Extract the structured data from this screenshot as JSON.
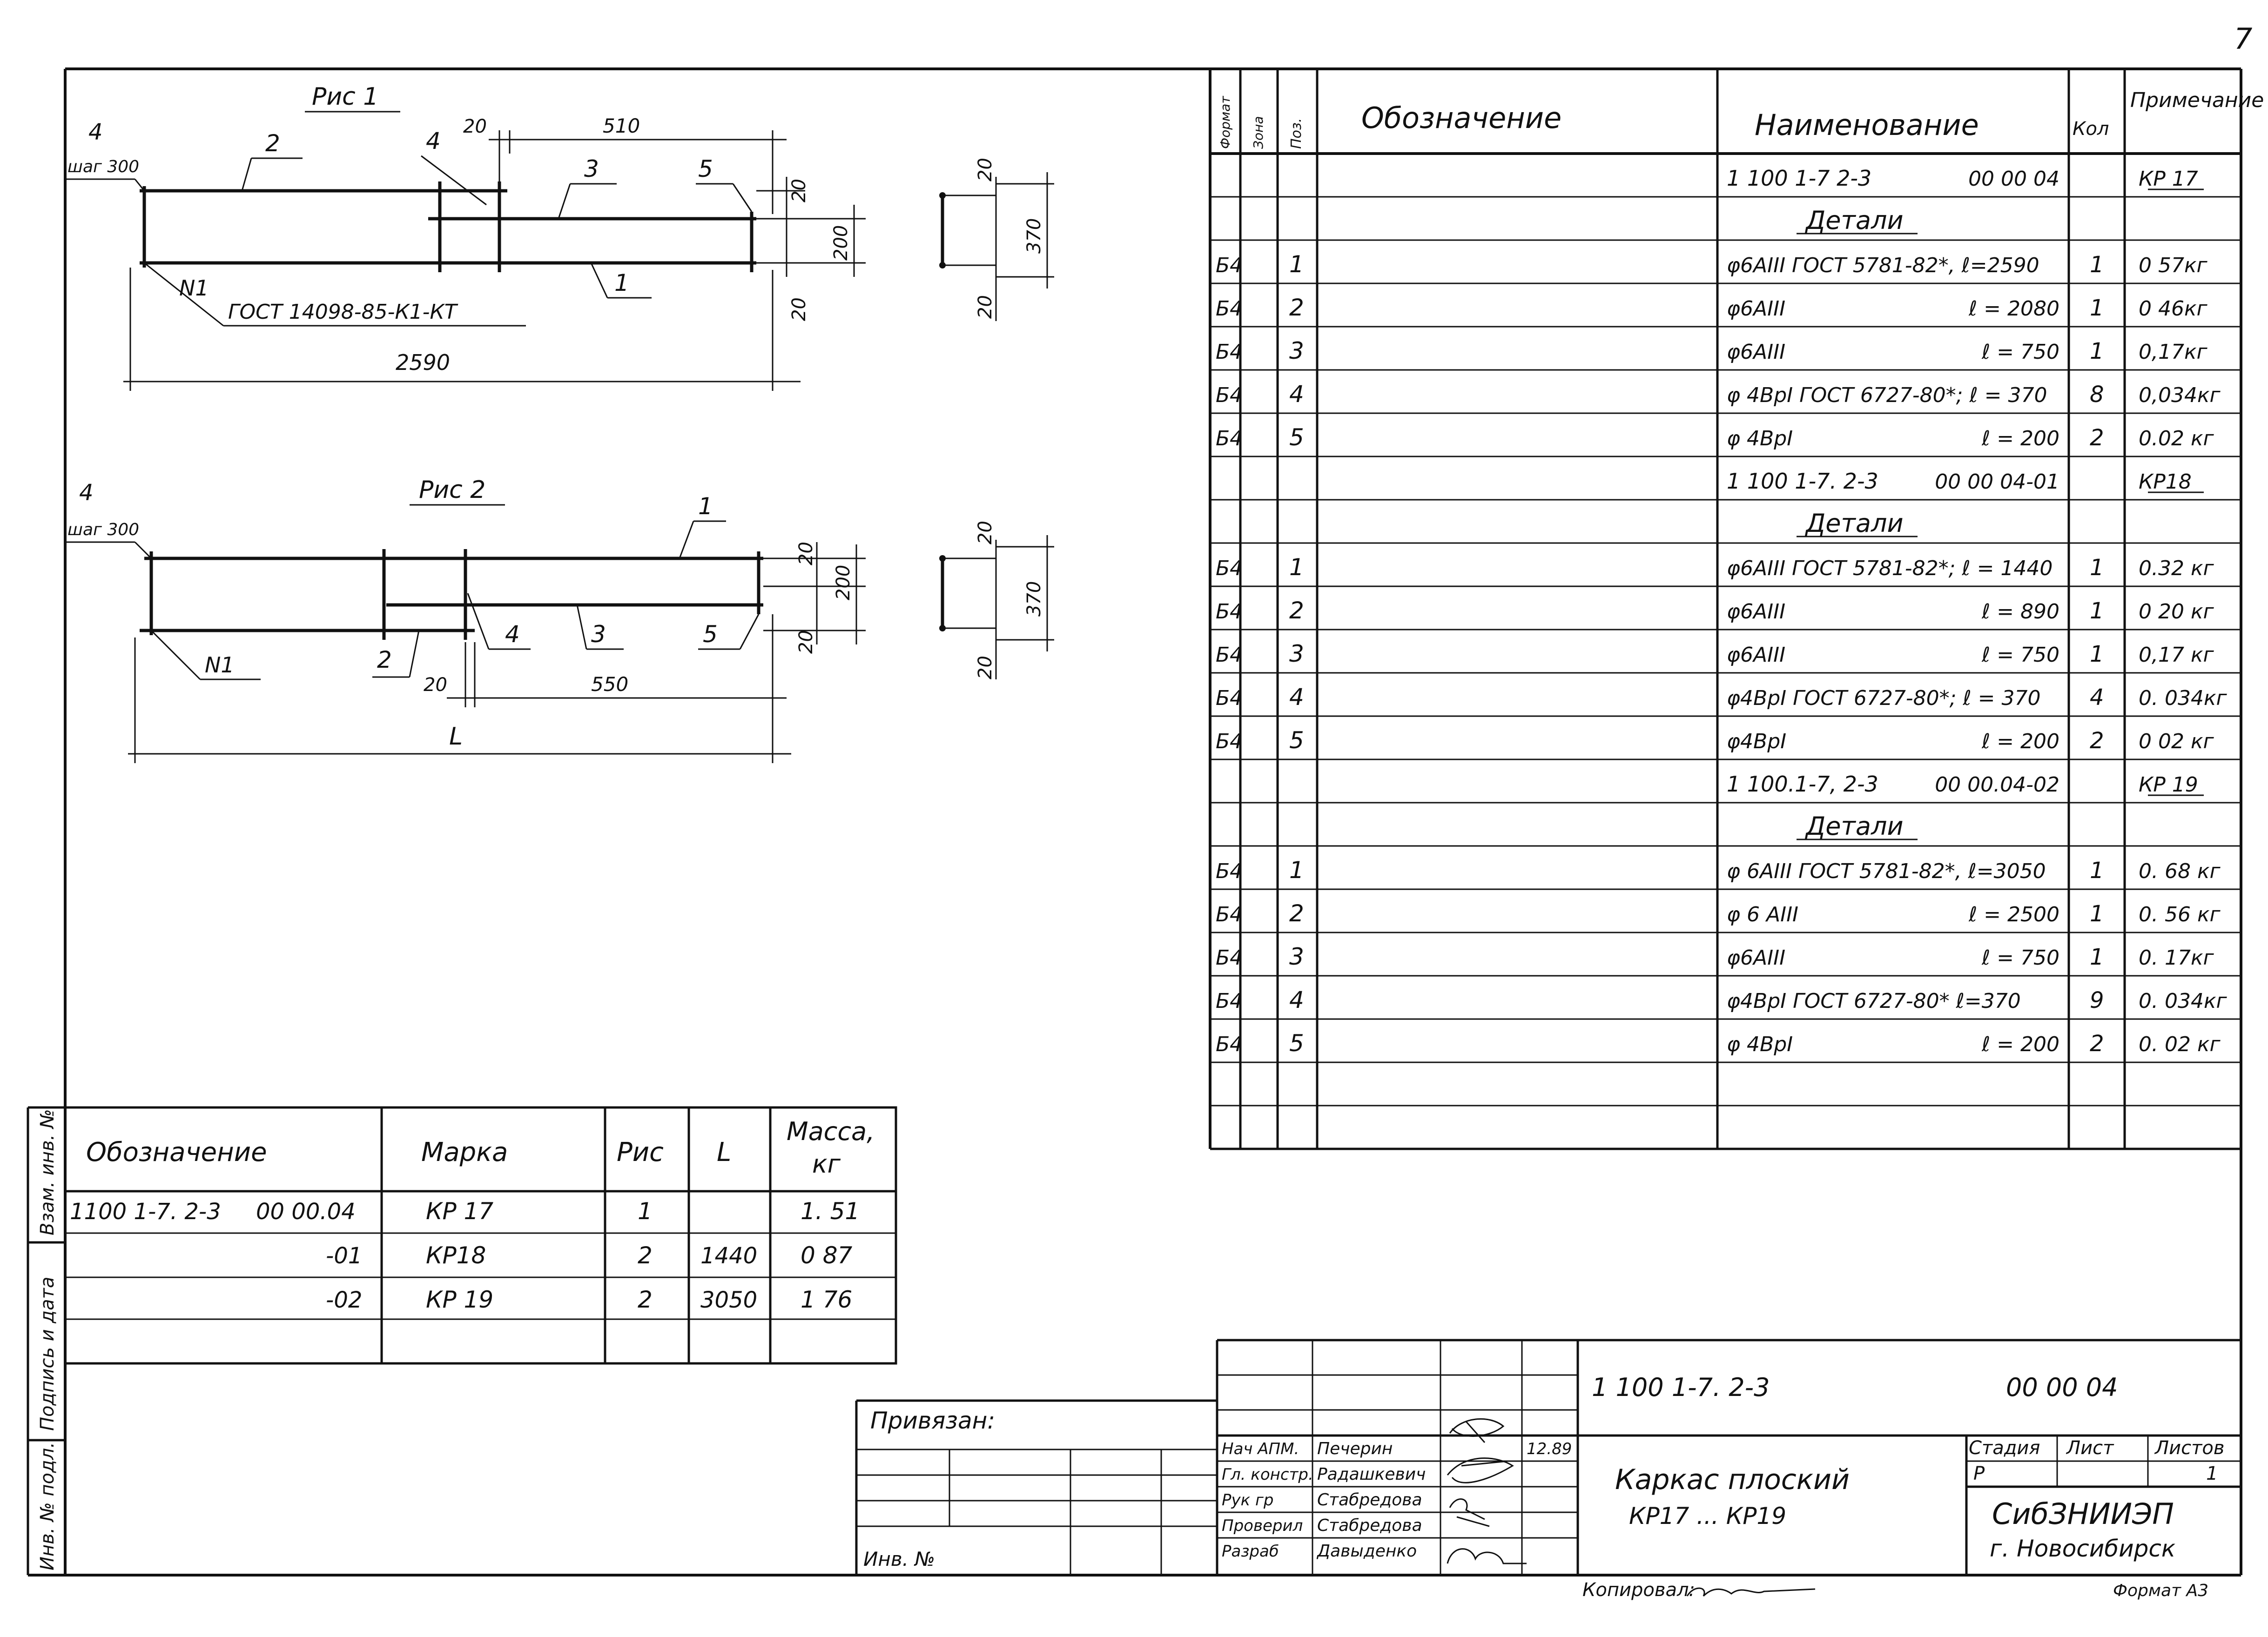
{
  "sheet_number": "7",
  "figure1": {
    "title": "Рис 1",
    "step_pos": "4",
    "step_label": "шаг 300",
    "pos_labels": [
      "2",
      "4",
      "3",
      "5",
      "1"
    ],
    "weld_label": "N1",
    "weld_standard": "ГОСТ 14098-85-К1-КТ",
    "dims": {
      "gap": "20",
      "overlap": "510",
      "d_top": "20",
      "d_mid": "200",
      "d_bot": "20",
      "length": "2590"
    }
  },
  "figure2": {
    "title": "Рис 2",
    "step_pos": "4",
    "step_label": "шаг 300",
    "pos_labels": [
      "1",
      "2",
      "4",
      "3",
      "5"
    ],
    "weld_label": "N1",
    "dims": {
      "gap": "20",
      "overlap": "550",
      "d_top": "20",
      "d_mid": "200",
      "d_bot": "20",
      "length": "L"
    }
  },
  "sections": {
    "top_dim": "20",
    "mid_dim": "370",
    "bot_dim": "20"
  },
  "spec_table": {
    "headers": {
      "format": "Формат",
      "zone": "Зона",
      "pos": "Поз.",
      "designation": "Обозначение",
      "name": "Наименование",
      "qty": "Кол",
      "note": "Примечание"
    },
    "rows": [
      {
        "format": "",
        "pos": "",
        "name": "1 100 1-7 2-3",
        "name_code": "00 00 04",
        "qty": "",
        "note": "КР 17",
        "kind": "doc"
      },
      {
        "format": "",
        "pos": "",
        "name": "Детали",
        "name_code": "",
        "qty": "",
        "note": "",
        "kind": "section"
      },
      {
        "format": "Б4",
        "pos": "1",
        "name": "φ6АIII ГОСТ 5781-82*, ℓ=2590",
        "name_code": "",
        "qty": "1",
        "note": "0 57кг",
        "kind": "item"
      },
      {
        "format": "Б4",
        "pos": "2",
        "name": "φ6АIII",
        "name_code": "ℓ = 2080",
        "qty": "1",
        "note": "0 46кг",
        "kind": "item"
      },
      {
        "format": "Б4",
        "pos": "3",
        "name": "φ6АIII",
        "name_code": "ℓ = 750",
        "qty": "1",
        "note": "0,17кг",
        "kind": "item"
      },
      {
        "format": "Б4",
        "pos": "4",
        "name": "φ 4ВрI ГОСТ 6727-80*; ℓ = 370",
        "name_code": "",
        "qty": "8",
        "note": "0,034кг",
        "kind": "item"
      },
      {
        "format": "Б4",
        "pos": "5",
        "name": "φ 4ВрI",
        "name_code": "ℓ = 200",
        "qty": "2",
        "note": "0.02 кг",
        "kind": "item"
      },
      {
        "format": "",
        "pos": "",
        "name": "1 100 1-7. 2-3",
        "name_code": "00 00 04-01",
        "qty": "",
        "note": "КР18",
        "kind": "doc"
      },
      {
        "format": "",
        "pos": "",
        "name": "Детали",
        "name_code": "",
        "qty": "",
        "note": "",
        "kind": "section"
      },
      {
        "format": "Б4",
        "pos": "1",
        "name": "φ6АIII ГОСТ 5781-82*; ℓ = 1440",
        "name_code": "",
        "qty": "1",
        "note": "0.32 кг",
        "kind": "item"
      },
      {
        "format": "Б4",
        "pos": "2",
        "name": "φ6АIII",
        "name_code": "ℓ = 890",
        "qty": "1",
        "note": "0 20 кг",
        "kind": "item"
      },
      {
        "format": "Б4",
        "pos": "3",
        "name": "φ6АIII",
        "name_code": "ℓ = 750",
        "qty": "1",
        "note": "0,17 кг",
        "kind": "item"
      },
      {
        "format": "Б4",
        "pos": "4",
        "name": "φ4ВрI ГОСТ 6727-80*; ℓ = 370",
        "name_code": "",
        "qty": "4",
        "note": "0. 034кг",
        "kind": "item"
      },
      {
        "format": "Б4",
        "pos": "5",
        "name": "φ4ВрI",
        "name_code": "ℓ = 200",
        "qty": "2",
        "note": "0 02 кг",
        "kind": "item"
      },
      {
        "format": "",
        "pos": "",
        "name": "1 100.1-7, 2-3",
        "name_code": "00 00.04-02",
        "qty": "",
        "note": "КР 19",
        "kind": "doc"
      },
      {
        "format": "",
        "pos": "",
        "name": "Детали",
        "name_code": "",
        "qty": "",
        "note": "",
        "kind": "section"
      },
      {
        "format": "Б4",
        "pos": "1",
        "name": "φ 6АIII ГОСТ 5781-82*, ℓ=3050",
        "name_code": "",
        "qty": "1",
        "note": "0. 68 кг",
        "kind": "item"
      },
      {
        "format": "Б4",
        "pos": "2",
        "name": "φ 6 АIII",
        "name_code": "ℓ = 2500",
        "qty": "1",
        "note": "0. 56 кг",
        "kind": "item"
      },
      {
        "format": "Б4",
        "pos": "3",
        "name": "φ6АIII",
        "name_code": "ℓ = 750",
        "qty": "1",
        "note": "0. 17кг",
        "kind": "item"
      },
      {
        "format": "Б4",
        "pos": "4",
        "name": "φ4ВрI ГОСТ 6727-80* ℓ=370",
        "name_code": "",
        "qty": "9",
        "note": "0. 034кг",
        "kind": "item"
      },
      {
        "format": "Б4",
        "pos": "5",
        "name": "φ 4ВрI",
        "name_code": "ℓ = 200",
        "qty": "2",
        "note": "0. 02 кг",
        "kind": "item"
      },
      {
        "format": "",
        "pos": "",
        "name": "",
        "name_code": "",
        "qty": "",
        "note": "",
        "kind": "blank"
      },
      {
        "format": "",
        "pos": "",
        "name": "",
        "name_code": "",
        "qty": "",
        "note": "",
        "kind": "blank"
      }
    ]
  },
  "mark_table": {
    "headers": {
      "designation": "Обозначение",
      "mark": "Марка",
      "fig": "Рис",
      "len": "L",
      "mass": "Масса,",
      "mass_unit": "кг"
    },
    "rows": [
      {
        "designation": "1100 1-7. 2-3",
        "code": "00 00.04",
        "mark": "КР 17",
        "fig": "1",
        "len": "",
        "mass": "1. 51"
      },
      {
        "designation": "",
        "code": "-01",
        "mark": "КР18",
        "fig": "2",
        "len": "1440",
        "mass": "0 87"
      },
      {
        "designation": "",
        "code": "-02",
        "mark": "КР 19",
        "fig": "2",
        "len": "3050",
        "mass": "1 76"
      }
    ]
  },
  "side_stamp": {
    "inv_podl": "Инв. № подл.",
    "podpis_data": "Подпись и дата",
    "vzam_inv": "Взам. инв. №"
  },
  "title_block": {
    "privyazan": "Привязан:",
    "inv_no": "Инв. №",
    "code": "1 100 1-7. 2-3",
    "code_suffix": "00 00 04",
    "title_line1": "Каркас плоский",
    "title_line2": "КР17 ... КР19",
    "stage_label": "Стадия",
    "sheet_label": "Лист",
    "sheets_label": "Листов",
    "stage_value": "Р",
    "sheets_value": "1",
    "org": "СибЗНИИЭП",
    "city": "г. Новосибирск",
    "date": "12.89",
    "staff": [
      {
        "role": "Нач АПМ.",
        "name": "Печерин"
      },
      {
        "role": "Гл. констр.",
        "name": "Радашкевич"
      },
      {
        "role": "Рук гр",
        "name": "Стабредова"
      },
      {
        "role": "Проверил",
        "name": "Стабредова"
      },
      {
        "role": "Разраб",
        "name": "Давыденко"
      }
    ],
    "copied": "Копировал:",
    "format": "Формат А3"
  }
}
